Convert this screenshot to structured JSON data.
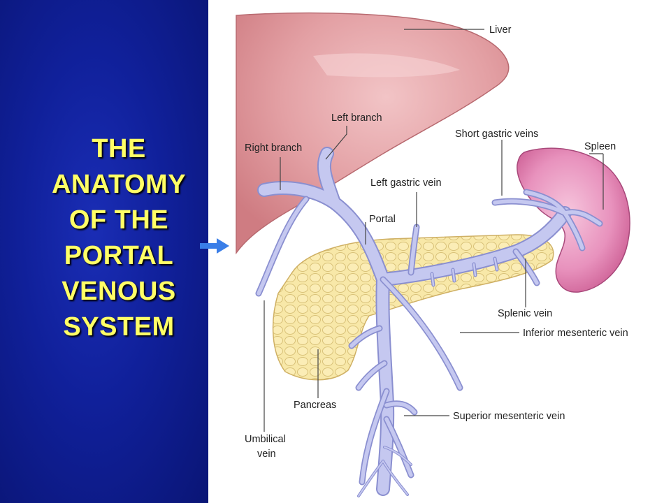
{
  "slide": {
    "title_lines": [
      "THE",
      "ANATOMY",
      "OF THE",
      "PORTAL",
      "VENOUS",
      "SYSTEM"
    ],
    "colors": {
      "background": "#10209a",
      "title": "#ffff66",
      "arrow": "#3a7ee8"
    },
    "arrow_icon": "arrow-right-icon"
  },
  "diagram": {
    "labels": {
      "liver": "Liver",
      "left_branch": "Left branch",
      "right_branch": "Right branch",
      "short_gastric_veins": "Short gastric veins",
      "spleen": "Spleen",
      "left_gastric_vein": "Left gastric vein",
      "portal": "Portal",
      "splenic_vein": "Splenic vein",
      "inferior_mesenteric_vein": "Inferior mesenteric vein",
      "pancreas": "Pancreas",
      "superior_mesenteric_vein": "Superior mesenteric vein",
      "umbilical_vein_line1": "Umbilical",
      "umbilical_vein_line2": "vein"
    },
    "colors": {
      "liver": "#d98a8e",
      "spleen": "#e48ab4",
      "pancreas": "#f6e39c",
      "vein": "#c5c8f0",
      "vein_outline": "#8a8fd0"
    }
  }
}
